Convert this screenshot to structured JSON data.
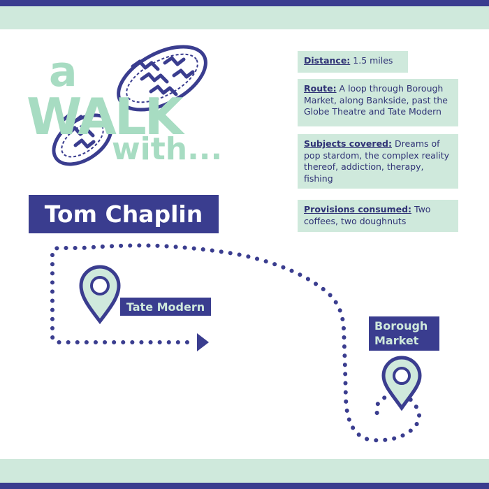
{
  "colors": {
    "navy": "#3a3d8f",
    "mint": "#cfe9dc",
    "mint_text": "#a7dcc2"
  },
  "logo": {
    "line1": "a",
    "line2": "WALK",
    "line3": "with..."
  },
  "person": {
    "name": "Tom Chaplin"
  },
  "places": {
    "start": "Tate Modern",
    "end_line1": "Borough",
    "end_line2": "Market"
  },
  "facts": [
    {
      "label": "Distance:",
      "text": " 1.5 miles"
    },
    {
      "label": "Route:",
      "text": " A loop through Borough Market, along Bankside, past the Globe Theatre and Tate Modern"
    },
    {
      "label": "Subjects covered:",
      "text": " Dreams of pop stardom, the complex reality thereof, addiction, therapy, fishing"
    },
    {
      "label": "Provisions consumed:",
      "text": " Two coffees, two doughnuts"
    }
  ]
}
